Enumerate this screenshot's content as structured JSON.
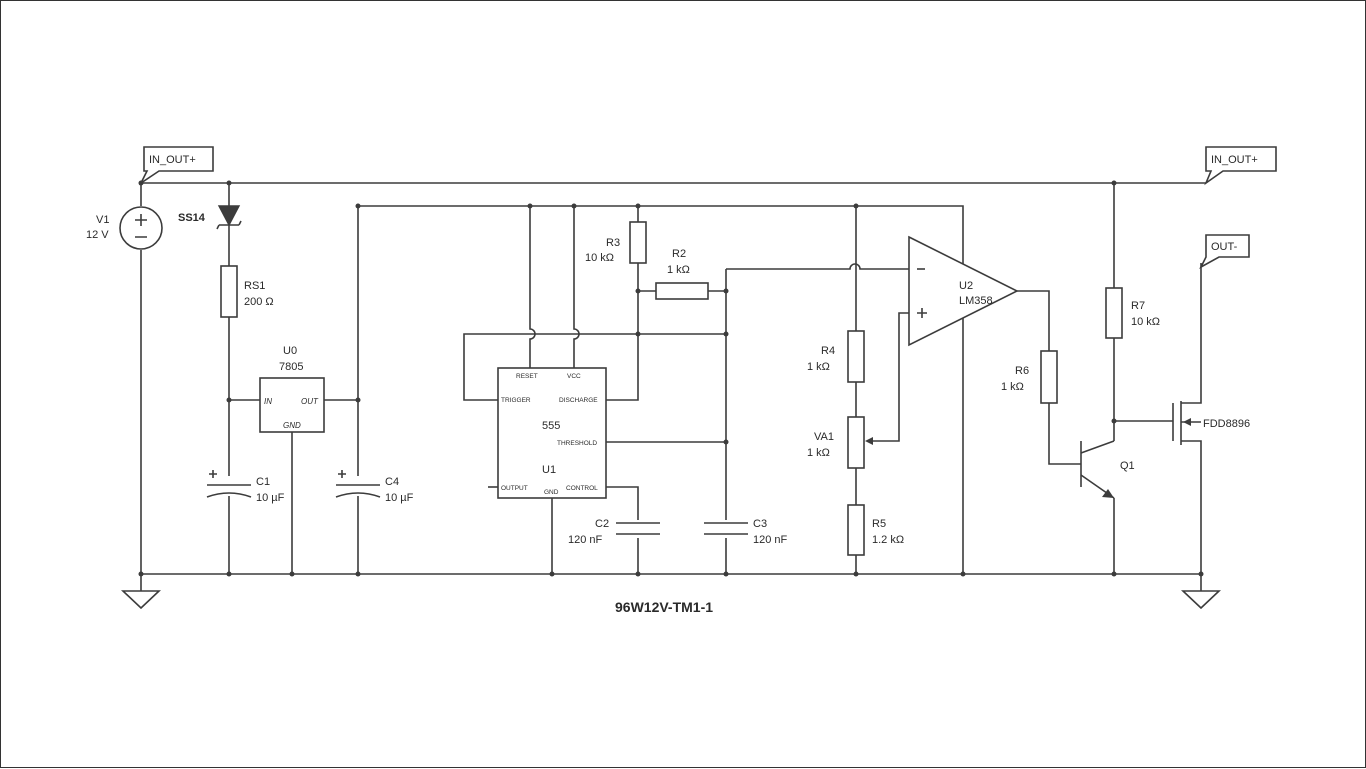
{
  "title": "96W12V-TM1-1",
  "ports": {
    "in_out_left": "IN_OUT+",
    "in_out_right": "IN_OUT+",
    "out_minus": "OUT-"
  },
  "components": {
    "v1": {
      "name": "V1",
      "value": "12 V"
    },
    "d1": {
      "name": "SS14"
    },
    "rs1": {
      "name": "RS1",
      "value": "200 Ω"
    },
    "u0": {
      "name": "U0",
      "value": "7805",
      "pin_in": "IN",
      "pin_out": "OUT",
      "pin_gnd": "GND"
    },
    "c1": {
      "name": "C1",
      "value": "10 µF"
    },
    "c4": {
      "name": "C4",
      "value": "10 µF"
    },
    "r3": {
      "name": "R3",
      "value": "10 kΩ"
    },
    "r2": {
      "name": "R2",
      "value": "1 kΩ"
    },
    "u1": {
      "name": "U1",
      "value": "555",
      "pin_reset": "RESET",
      "pin_vcc": "VCC",
      "pin_trigger": "TRIGGER",
      "pin_discharge": "DISCHARGE",
      "pin_threshold": "THRESHOLD",
      "pin_output": "OUTPUT",
      "pin_gnd": "GND",
      "pin_control": "CONTROL"
    },
    "c2": {
      "name": "C2",
      "value": "120 nF"
    },
    "c3": {
      "name": "C3",
      "value": "120 nF"
    },
    "u2": {
      "name": "U2",
      "value": "LM358"
    },
    "r4": {
      "name": "R4",
      "value": "1 kΩ"
    },
    "va1": {
      "name": "VA1",
      "value": "1 kΩ"
    },
    "r5": {
      "name": "R5",
      "value": "1.2 kΩ"
    },
    "r6": {
      "name": "R6",
      "value": "1 kΩ"
    },
    "r7": {
      "name": "R7",
      "value": "10 kΩ"
    },
    "q1": {
      "name": "Q1"
    },
    "q2": {
      "name": "FDD8896"
    }
  },
  "colors": {
    "wire": "#3c3c3c",
    "background": "#ffffff"
  }
}
